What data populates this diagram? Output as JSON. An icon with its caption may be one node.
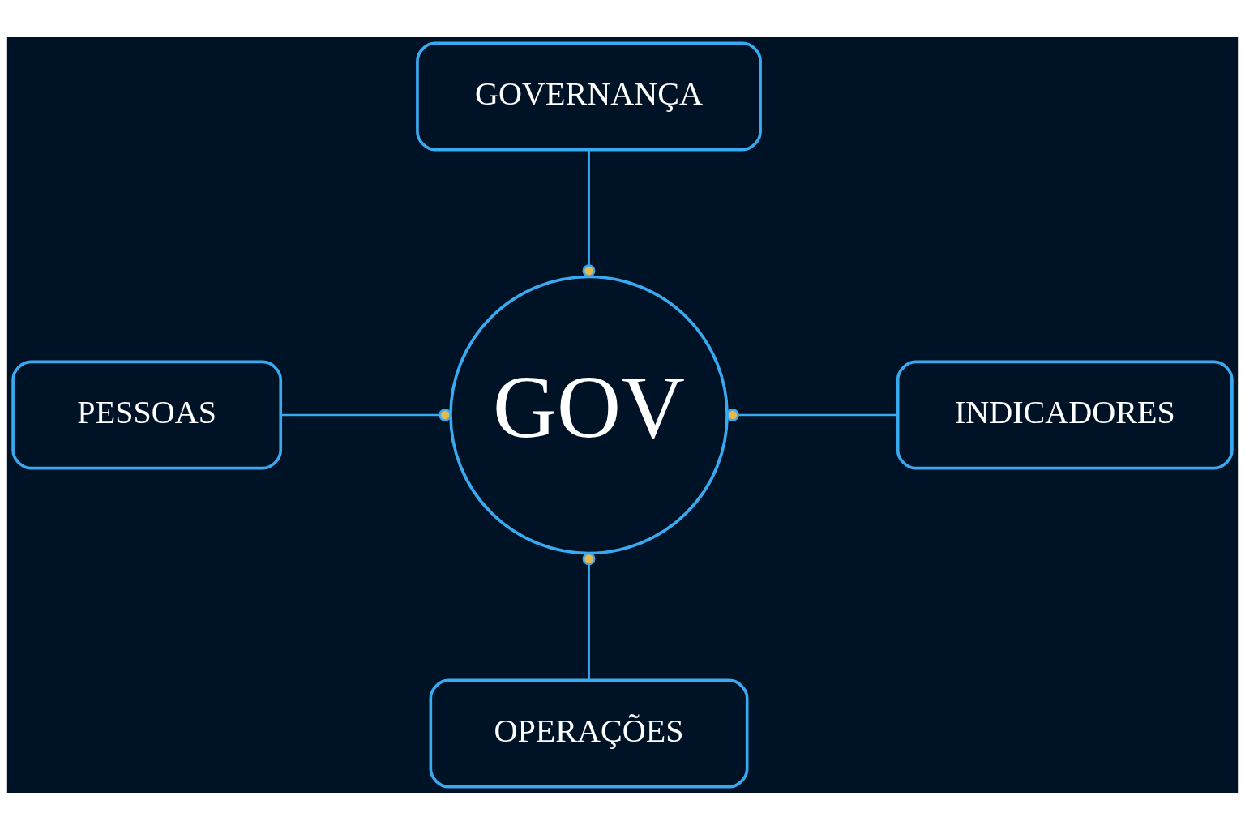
{
  "diagram": {
    "nodes": [
      {
        "text": [
          "GOVERNANÇA"
        ]
      },
      {
        "text": [
          "PESSOAS"
        ]
      },
      {
        "text": [
          "GOV"
        ]
      },
      {
        "text": [
          "INDICADORES"
        ]
      },
      {
        "text": [
          "OPERAÇÕES"
        ]
      }
    ],
    "edges": [
      {
        "from": 0,
        "to": 2,
        "arrow": "other"
      },
      {
        "from": 1,
        "to": 2,
        "arrow": "other"
      },
      {
        "from": 3,
        "to": 2,
        "arrow": "other"
      },
      {
        "from": 4,
        "to": 2,
        "arrow": "other"
      }
    ]
  }
}
